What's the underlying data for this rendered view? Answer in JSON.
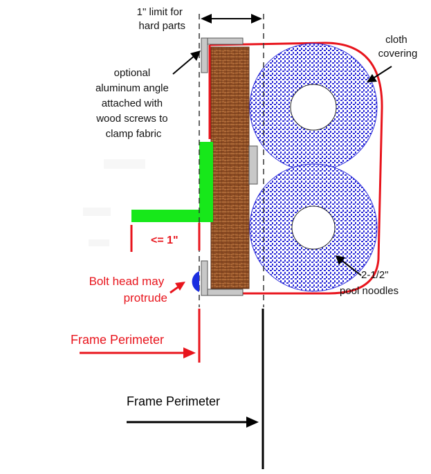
{
  "labels": {
    "hard_parts": [
      "1\" limit for",
      "hard parts"
    ],
    "aluminum_angle": [
      "optional",
      "aluminum angle",
      "attached with",
      "wood screws to",
      "clamp fabric"
    ],
    "cloth_covering": [
      "cloth",
      "covering"
    ],
    "pool_noodles": [
      "2-1/2\"",
      "pool noodles"
    ],
    "limit_small": "<= 1\"",
    "bolt_head": [
      "Bolt head may",
      "protrude"
    ],
    "frame_perimeter_red": "Frame Perimeter",
    "frame_perimeter_black": "Frame Perimeter"
  },
  "colors": {
    "red": "#e8141c",
    "green": "#17e81a",
    "wood": "#8a4a22",
    "noodle": "#2a2ad8",
    "bolt": "#1a2ee0",
    "black": "#000000",
    "gray": "#c8c8c8"
  }
}
